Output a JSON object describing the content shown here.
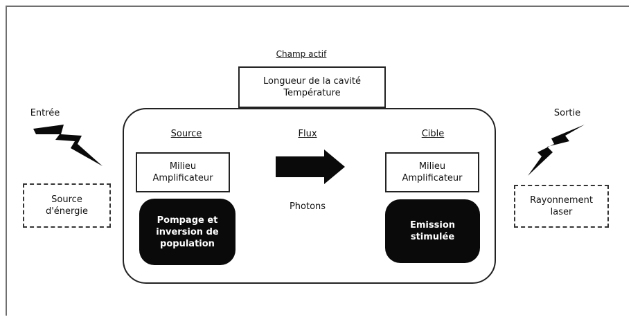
{
  "champ": {
    "title": "Champ actif",
    "line1": "Longueur de la cavité",
    "line2": "Température"
  },
  "entree": {
    "label": "Entrée",
    "box_line1": "Source",
    "box_line2": "d'énergie"
  },
  "sortie": {
    "label": "Sortie",
    "box_line1": "Rayonnement",
    "box_line2": "laser"
  },
  "source": {
    "title": "Source",
    "milieu_line1": "Milieu",
    "milieu_line2": "Amplificateur",
    "dark_line1": "Pompage et",
    "dark_line2": "inversion de",
    "dark_line3": "population"
  },
  "flux": {
    "title": "Flux",
    "caption": "Photons"
  },
  "cible": {
    "title": "Cible",
    "milieu_line1": "Milieu",
    "milieu_line2": "Amplificateur",
    "dark_line1": "Emission",
    "dark_line2": "stimulée"
  },
  "icons": {
    "input": "lightning-bolt-icon",
    "output": "lightning-bolt-icon",
    "flux": "right-arrow-icon"
  }
}
